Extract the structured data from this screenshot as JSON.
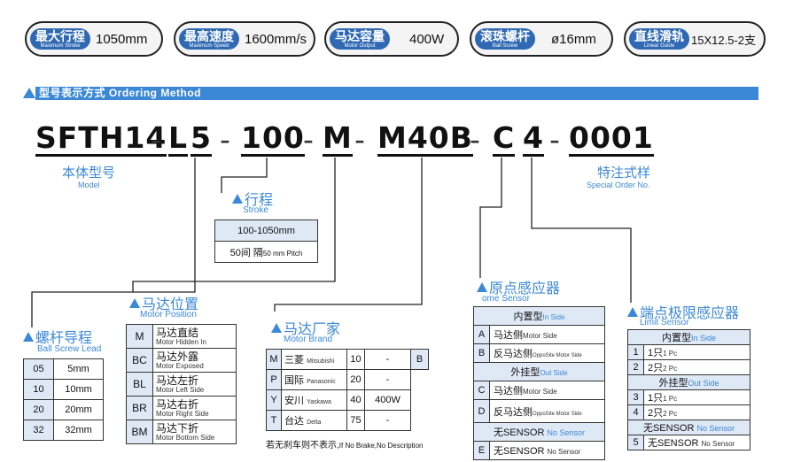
{
  "specs": [
    {
      "zh": "最大行程",
      "en": "Maximum Stroke",
      "value": "1050mm"
    },
    {
      "zh": "最高速度",
      "en": "Maximum Speed",
      "value": "1600mm/s"
    },
    {
      "zh": "马达容量",
      "en": "Motor Output",
      "value": "400W"
    },
    {
      "zh": "滚珠螺杆",
      "en": "Ball Screw",
      "value": "ø16mm"
    },
    {
      "zh": "直线滑轨",
      "en": "Linear Guide",
      "value": "15X12.5-2支"
    }
  ],
  "section": {
    "title": "型号表示方式 Ordering Method"
  },
  "code": {
    "model": "SFTH14",
    "lead_letter": "L",
    "lead": "5",
    "stroke": "100",
    "position": "M",
    "brand": "M40B",
    "origin": "C",
    "limit": "4",
    "special": "0001",
    "dash": "-"
  },
  "labels": {
    "model_zh": "本体型号",
    "model_en": "Model",
    "special_zh": "特注式样",
    "special_en": "Special Order No.",
    "stroke_zh": "行程",
    "stroke_en": "Stroke",
    "lead_zh": "螺杆导程",
    "lead_en": "Ball Screw Lead",
    "position_zh": "马达位置",
    "position_en": "Motor Position",
    "brand_zh": "马达厂家",
    "brand_en": "Motor Brand",
    "origin_zh": "原点感应器",
    "origin_en": "ome Sensor",
    "limit_zh": "端点极限感应器",
    "limit_en": "Limit Sensor"
  },
  "stroke_table": {
    "range": "100-1050mm",
    "pitch_zh": "50间 隔",
    "pitch_en": "50 mm Pitch"
  },
  "lead_table": [
    {
      "k": "05",
      "v": "5mm"
    },
    {
      "k": "10",
      "v": "10mm"
    },
    {
      "k": "20",
      "v": "20mm"
    },
    {
      "k": "32",
      "v": "32mm"
    }
  ],
  "position_table": [
    {
      "k": "M",
      "zh": "马达直结",
      "en": "Motor Hidden In"
    },
    {
      "k": "BC",
      "zh": "马达外露",
      "en": "Motor Exposed"
    },
    {
      "k": "BL",
      "zh": "马达左折",
      "en": "Motor Left Side"
    },
    {
      "k": "BR",
      "zh": "马达右折",
      "en": "Motor Right Side"
    },
    {
      "k": "BM",
      "zh": "马达下折",
      "en": "Motor Bottom Side"
    }
  ],
  "brand_table": [
    {
      "k": "M",
      "zh": "三菱",
      "en": "Mitsubishi",
      "p": "10",
      "w": "-",
      "b": "B"
    },
    {
      "k": "P",
      "zh": "国际",
      "en": "Panasonic",
      "p": "20",
      "w": "-",
      "b": ""
    },
    {
      "k": "Y",
      "zh": "安川",
      "en": "Yaskawa",
      "p": "40",
      "w": "400W",
      "b": ""
    },
    {
      "k": "T",
      "zh": "台达",
      "en": "Delta",
      "p": "75",
      "w": "-",
      "b": ""
    }
  ],
  "brand_note": {
    "zh": "若无刹车则不表示,",
    "en": "If No Brake,No Description"
  },
  "origin_table": {
    "inner_zh": "内置型",
    "inner_en": "In Side",
    "outer_zh": "外挂型",
    "outer_en": "Out Side",
    "none_zh": "无SENSOR",
    "none_en": "No Sensor",
    "rows": [
      {
        "k": "A",
        "zh": "马达侧",
        "en": "Motor Side"
      },
      {
        "k": "B",
        "zh": "反马达侧",
        "en": "OppoSite Motor Side"
      },
      {
        "k": "C",
        "zh": "马达侧",
        "en": "Motor Side"
      },
      {
        "k": "D",
        "zh": "反马达侧",
        "en": "OppoSite Motor Side"
      },
      {
        "k": "E",
        "zh": "无SENSOR",
        "en": "No Sensor"
      }
    ]
  },
  "limit_table": {
    "inner_zh": "内置型",
    "inner_en": "In Side",
    "outer_zh": "外挂型",
    "outer_en": "Out Side",
    "none_zh": "无SENSOR",
    "none_en": "No Sensor",
    "rows": [
      {
        "k": "1",
        "zh": "1只",
        "en": "1 Pc"
      },
      {
        "k": "2",
        "zh": "2只",
        "en": "2 Pc"
      },
      {
        "k": "3",
        "zh": "1只",
        "en": "1 Pc"
      },
      {
        "k": "4",
        "zh": "2只",
        "en": "2 Pc"
      },
      {
        "k": "5",
        "zh": "无SENSOR",
        "en": "No Sensor"
      }
    ]
  }
}
